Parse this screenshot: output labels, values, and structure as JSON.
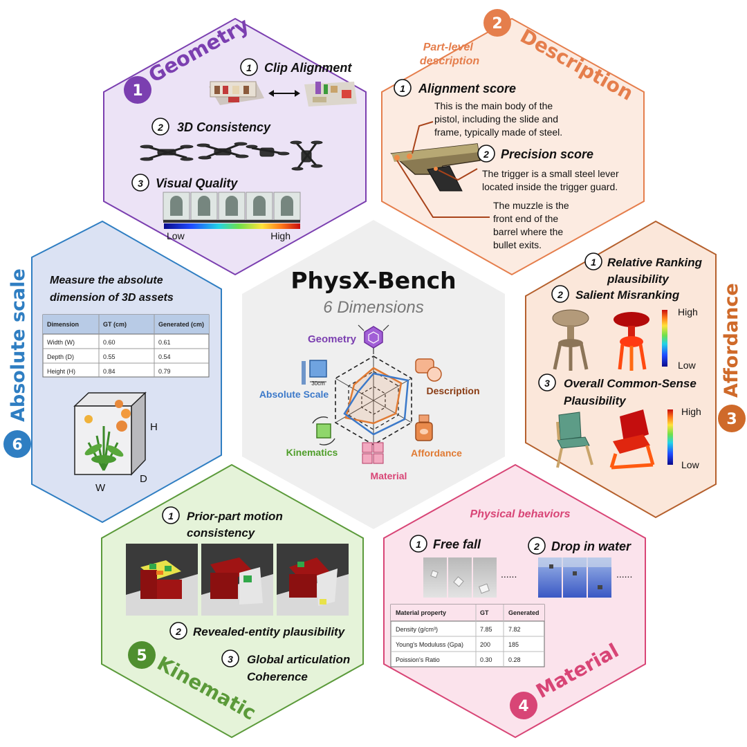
{
  "center": {
    "title": "PhysX-Bench",
    "subtitle": "6 Dimensions",
    "radar_labels": {
      "geometry": "Geometry",
      "description": "Description",
      "affordance": "Affordance",
      "material": "Material",
      "kinematics": "Kinematics",
      "absolute_scale": "Absolute Scale"
    },
    "scale_tag": "30cm"
  },
  "colors": {
    "geometry": "#7b3fb0",
    "description": "#e57e4c",
    "affordance": "#cf6a2a",
    "material": "#d84576",
    "kinematic": "#5b9a3a",
    "absolute_scale": "#2f7ec2"
  },
  "geometry": {
    "number": "1",
    "title": "Geometry",
    "items": [
      {
        "num": "1",
        "label": "Clip Alignment"
      },
      {
        "num": "2",
        "label": "3D Consistency"
      },
      {
        "num": "3",
        "label": "Visual Quality"
      }
    ],
    "colorbar": {
      "low": "Low",
      "high": "High"
    }
  },
  "description": {
    "number": "2",
    "title": "Description",
    "part_level": "Part-level description",
    "items": [
      {
        "num": "1",
        "label": "Alignment score"
      },
      {
        "num": "2",
        "label": "Precision score"
      }
    ],
    "texts": [
      "This is the main body of the pistol, including the slide and frame, typically made of steel.",
      "The trigger is a small steel lever located inside the trigger guard.",
      "The muzzle is the front end of the barrel where the bullet exits."
    ]
  },
  "affordance": {
    "number": "3",
    "title": "Affordance",
    "items": [
      {
        "num": "1",
        "label": "Relative Ranking plausibility"
      },
      {
        "num": "2",
        "label": "Salient Misranking"
      },
      {
        "num": "3",
        "label": "Overall Common-Sense Plausibility"
      }
    ],
    "colorbar": {
      "low": "Low",
      "high": "High"
    }
  },
  "material": {
    "number": "4",
    "title": "Material",
    "behaviors": "Physical behaviors",
    "items": [
      {
        "num": "1",
        "label": "Free fall"
      },
      {
        "num": "2",
        "label": "Drop in water"
      }
    ],
    "ellipsis": "......",
    "table": {
      "headers": [
        "Material property",
        "GT",
        "Generated"
      ],
      "rows": [
        [
          "Density (g/cm³)",
          "7.85",
          "7.82"
        ],
        [
          "Young's Moduluss (Gpa)",
          "200",
          "185"
        ],
        [
          "Poission's Ratio",
          "0.30",
          "0.28"
        ]
      ]
    }
  },
  "kinematic": {
    "number": "5",
    "title": "Kinematic",
    "items": [
      {
        "num": "1",
        "label": "Prior-part motion consistency"
      },
      {
        "num": "2",
        "label": "Revealed-entity plausibility"
      },
      {
        "num": "3",
        "label": "Global articulation Coherence"
      }
    ]
  },
  "absolute_scale": {
    "number": "6",
    "title": "Absolute scale",
    "heading": "Measure the absolute dimension of 3D assets",
    "table": {
      "headers": [
        "Dimension",
        "GT (cm)",
        "Generated (cm)"
      ],
      "rows": [
        [
          "Width (W)",
          "0.60",
          "0.61"
        ],
        [
          "Depth (D)",
          "0.55",
          "0.54"
        ],
        [
          "Height (H)",
          "0.84",
          "0.79"
        ]
      ]
    },
    "axis": {
      "h": "H",
      "w": "W",
      "d": "D"
    }
  }
}
